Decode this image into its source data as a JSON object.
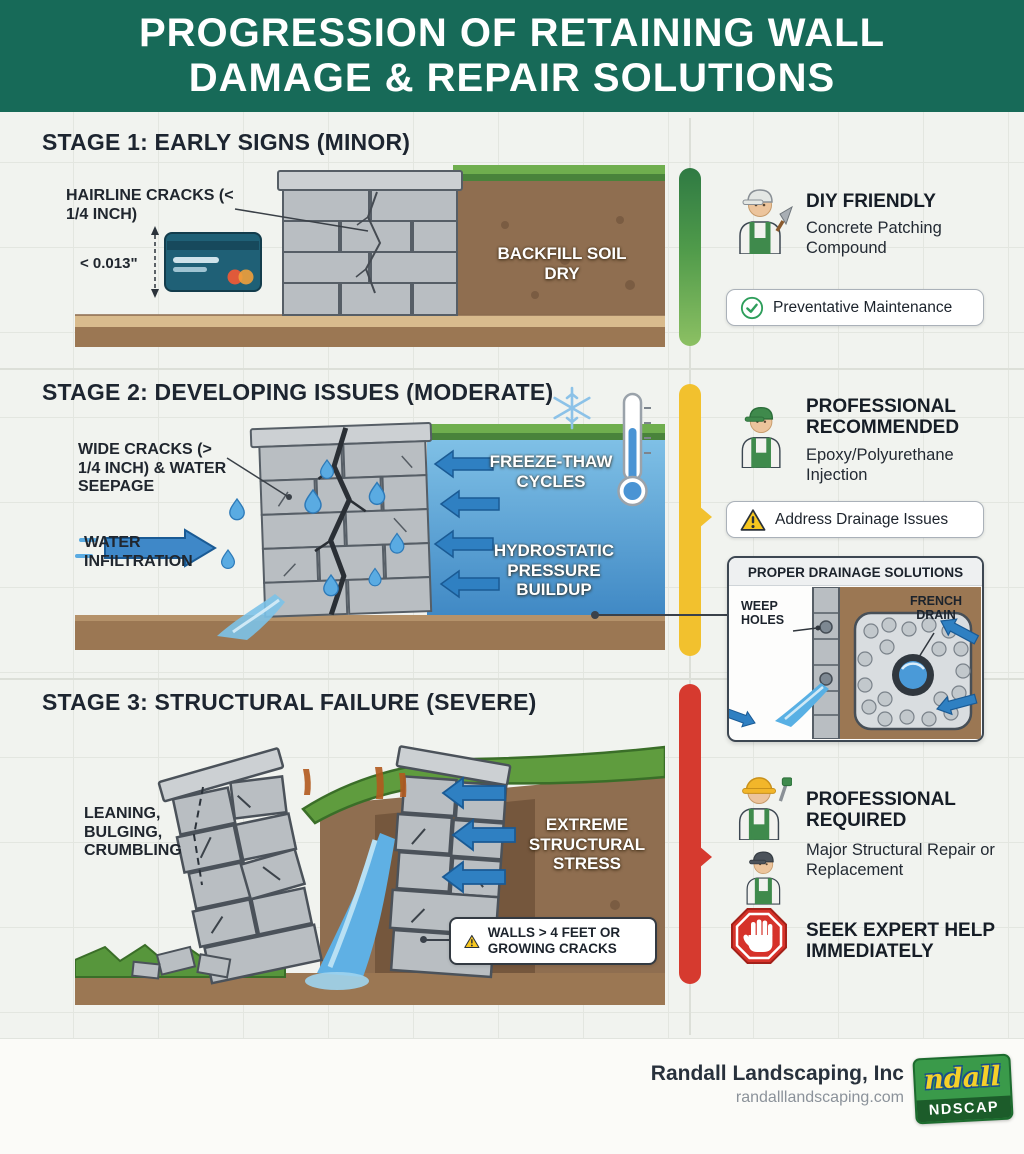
{
  "header": {
    "title_line1": "PROGRESSION OF RETAINING WALL",
    "title_line2": "DAMAGE & REPAIR SOLUTIONS"
  },
  "colors": {
    "header_green": "#176a58",
    "severity_minor": "#4f9a4a",
    "severity_moderate": "#f2c12e",
    "severity_severe": "#d63a2f"
  },
  "stage1": {
    "title": "STAGE 1: EARLY SIGNS (MINOR)",
    "callout_hairline_cracks": "HAIRLINE CRACKS (< 1/4 INCH)",
    "measurement": "< 0.013\"",
    "backfill_label": "BACKFILL SOIL DRY",
    "solution_title": "DIY FRIENDLY",
    "solution_desc": "Concrete Patching Compound",
    "badge_check": "✓",
    "badge_label": "Preventative Maintenance"
  },
  "stage2": {
    "title": "STAGE 2: DEVELOPING ISSUES (MODERATE)",
    "callout_wide_cracks": "WIDE CRACKS (> 1/4 INCH) & WATER SEEPAGE",
    "callout_infiltration": "WATER INFILTRATION",
    "freeze_thaw_label": "FREEZE-THAW CYCLES",
    "hydrostatic_label": "HYDROSTATIC PRESSURE BUILDUP",
    "solution_title": "PROFESSIONAL RECOMMENDED",
    "solution_desc": "Epoxy/Polyurethane Injection",
    "badge_label": "Address Drainage Issues",
    "drainage": {
      "title": "PROPER DRAINAGE SOLUTIONS",
      "weep_holes_label": "WEEP HOLES",
      "french_drain_label": "FRENCH DRAIN"
    }
  },
  "stage3": {
    "title": "STAGE 3: STRUCTURAL FAILURE (SEVERE)",
    "callout_leaning": "LEANING, BULGING, CRUMBLING",
    "stress_label": "EXTREME STRUCTURAL STRESS",
    "warning_label": "WALLS > 4 FEET OR GROWING CRACKS",
    "solution_title": "PROFESSIONAL REQUIRED",
    "solution_desc": "Major Structural Repair or Replacement",
    "expert_label": "SEEK EXPERT HELP IMMEDIATELY"
  },
  "footer": {
    "company": "Randall Landscaping, Inc",
    "website": "randalllandscaping.com",
    "logo_script": "ndall",
    "logo_banner": "NDSCAP"
  }
}
